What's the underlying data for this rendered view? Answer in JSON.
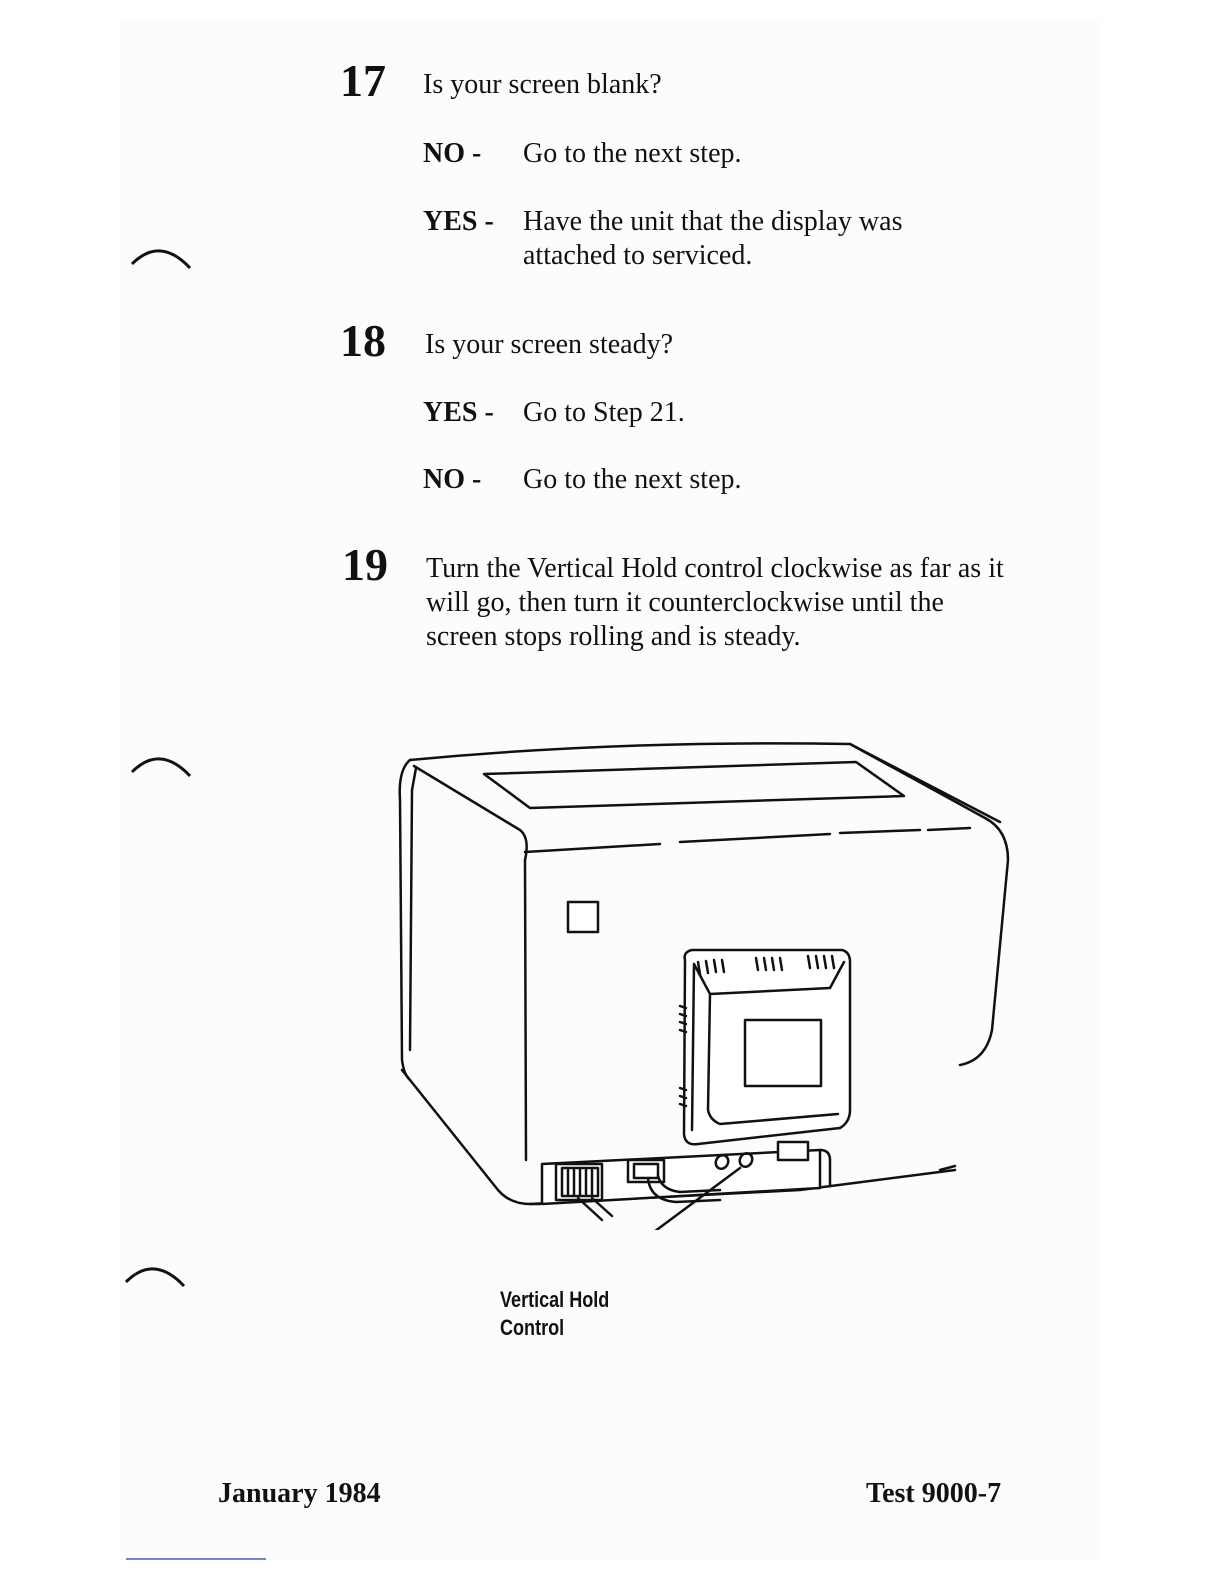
{
  "steps": [
    {
      "number": "17",
      "question": "Is your screen blank?",
      "options": [
        {
          "key": "NO -",
          "text": "Go to the next step."
        },
        {
          "key": "YES -",
          "text": "Have the unit that the display was attached to serviced."
        }
      ]
    },
    {
      "number": "18",
      "question": "Is your screen steady?",
      "options": [
        {
          "key": "YES -",
          "text": "Go to Step 21."
        },
        {
          "key": "NO -",
          "text": "Go to the next step."
        }
      ]
    },
    {
      "number": "19",
      "instruction": "Turn the Vertical Hold control clockwise as far as it will go, then turn it counterclockwise until the screen stops rolling and is steady."
    }
  ],
  "figure": {
    "callout_line1": "Vertical Hold",
    "callout_line2": "Control"
  },
  "footer": {
    "date": "January 1984",
    "test_id": "Test 9000-7"
  }
}
